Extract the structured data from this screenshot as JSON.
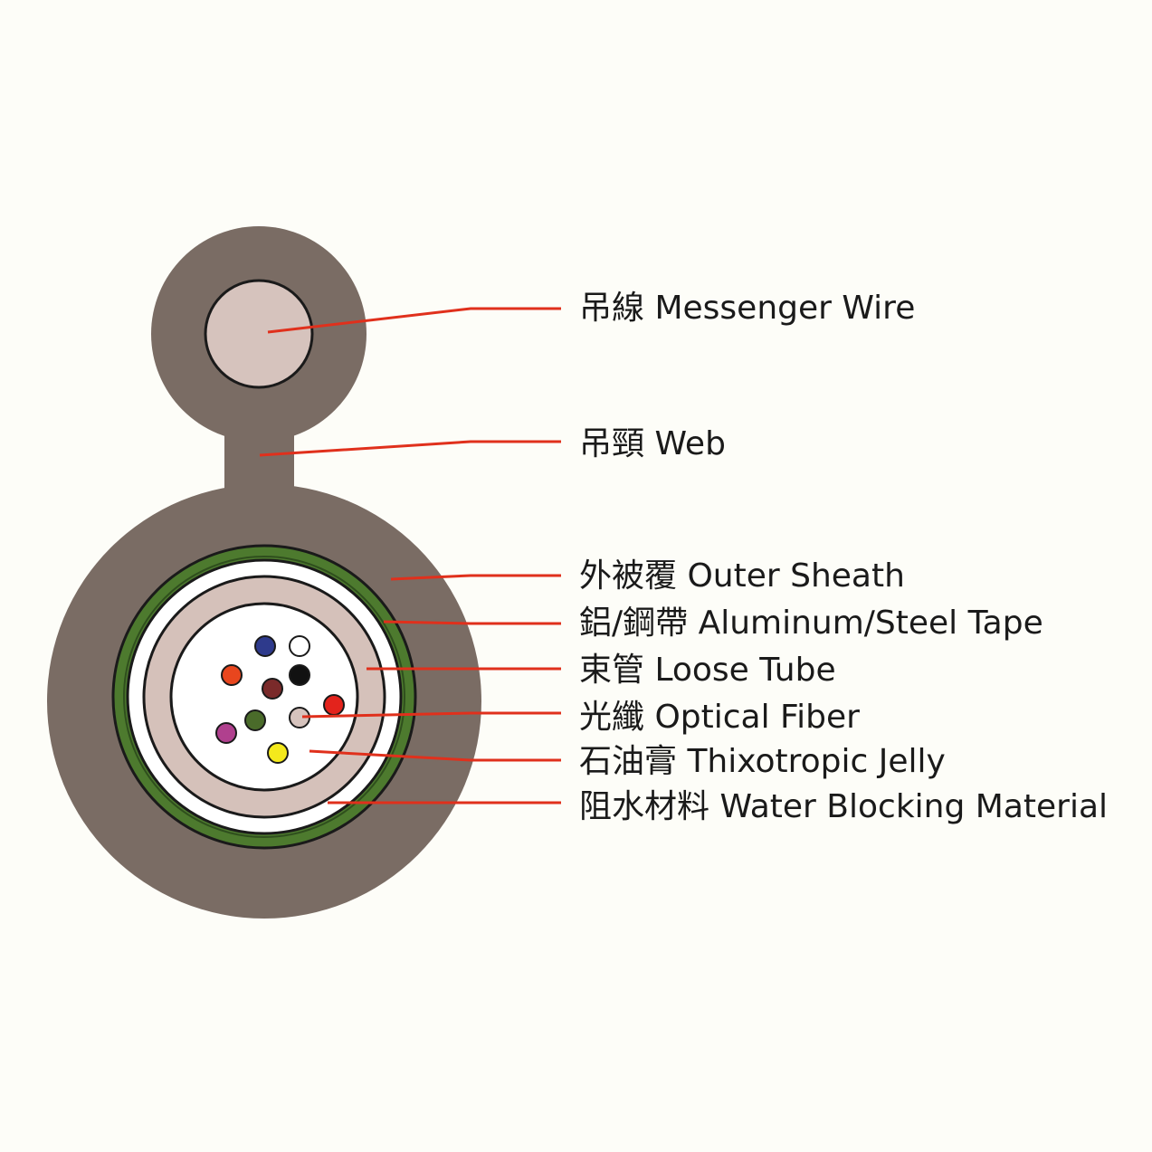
{
  "colors": {
    "background": "#fdfdf8",
    "sheath": "#7a6c64",
    "messenger_wire": "#d6c3bd",
    "tape": "#4d7a2e",
    "tape_inner_line": "#2f4f1d",
    "water_blocking": "#ffffff",
    "loose_tube": "#d5c1ba",
    "jelly": "#ffffff",
    "leader_line": "#e0301c",
    "outline": "#1a1a1a"
  },
  "labels": [
    {
      "id": "messenger-wire",
      "text": "吊線  Messenger Wire"
    },
    {
      "id": "web",
      "text": "吊頸   Web"
    },
    {
      "id": "outer-sheath",
      "text": "外被覆   Outer Sheath"
    },
    {
      "id": "tape",
      "text": "鋁/鋼帶    Aluminum/Steel Tape"
    },
    {
      "id": "loose-tube",
      "text": "束管  Loose Tube"
    },
    {
      "id": "optical-fiber",
      "text": "光纖  Optical Fiber"
    },
    {
      "id": "jelly",
      "text": "石油膏  Thixotropic Jelly"
    },
    {
      "id": "water-blocking",
      "text": "阻水材料   Water Blocking Material"
    }
  ],
  "fibers": [
    {
      "color": "blue",
      "hex": "#2e3a8c"
    },
    {
      "color": "white",
      "hex": "#ffffff"
    },
    {
      "color": "orange",
      "hex": "#e8461e"
    },
    {
      "color": "brown",
      "hex": "#7a2a2a"
    },
    {
      "color": "black",
      "hex": "#111111"
    },
    {
      "color": "red",
      "hex": "#e3231c"
    },
    {
      "color": "green",
      "hex": "#4a6b2a"
    },
    {
      "color": "gray",
      "hex": "#d6c3bd"
    },
    {
      "color": "violet",
      "hex": "#b0408e"
    },
    {
      "color": "yellow",
      "hex": "#f4e91c"
    }
  ]
}
